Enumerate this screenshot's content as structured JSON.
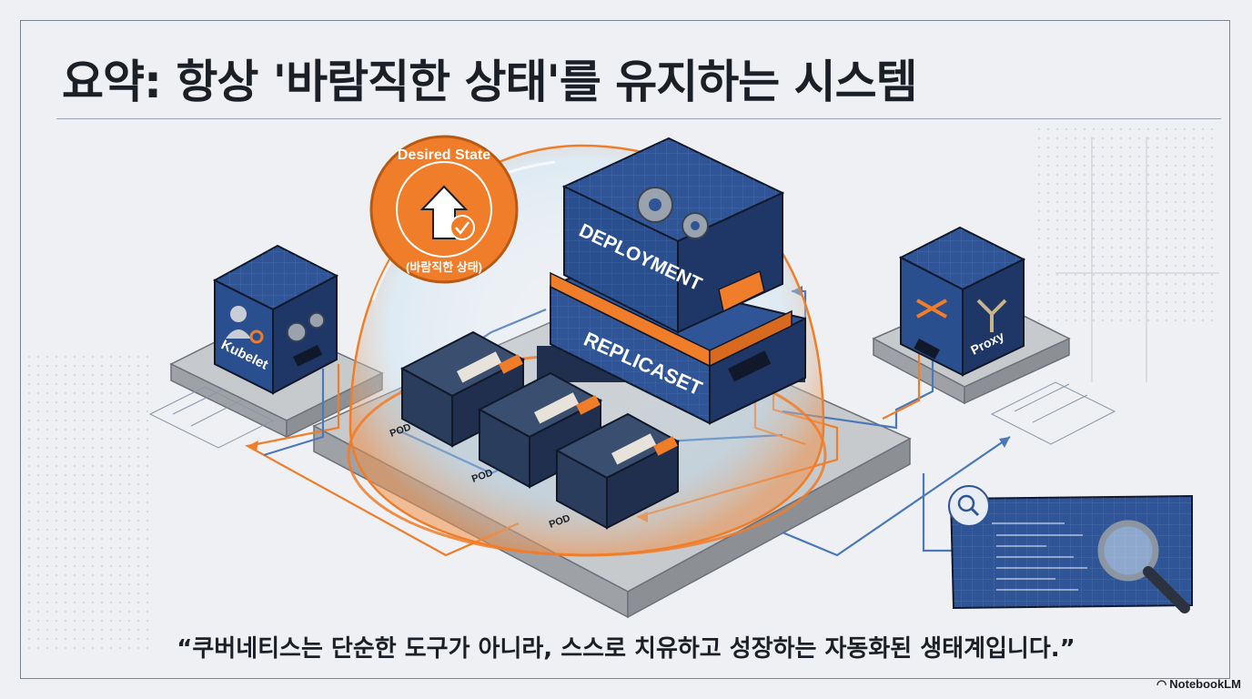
{
  "slide": {
    "title": "요약: 항상 '바람직한 상태'를 유지하는 시스템",
    "quote": "“쿠버네티스는 단순한 도구가 아니라, 스스로 치유하고 성장하는 자동화된 생태계입니다.”",
    "brand": "NotebookLM"
  },
  "diagram": {
    "badge_line1": "Desired State",
    "badge_line2": "(바람직한 상태)",
    "deployment_label": "DEPLOYMENT",
    "replicaset_label": "REPLICASET",
    "kubelet_label": "Kubelet",
    "proxy_label": "Proxy",
    "pod_label": "POD"
  },
  "colors": {
    "blueprint_blue": "#2f5596",
    "dark_navy": "#1f2f4d",
    "accent_orange": "#f07d2a",
    "concrete_gray": "#b8bbbf",
    "background": "#eef0f3"
  },
  "icons": {
    "badge": "upload-check-icon",
    "deployment": "gears-icon",
    "kubelet": "user-gear-icon",
    "proxy": "shuffle-arrows-icon",
    "monitor": "magnifier-icon"
  }
}
